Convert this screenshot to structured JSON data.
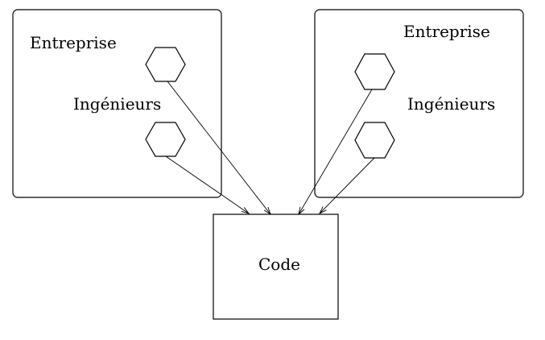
{
  "left_company": {
    "label": "Entreprise",
    "group_label": "Ingénieurs"
  },
  "right_company": {
    "label": "Entreprise",
    "group_label": "Ingénieurs"
  },
  "code_box": {
    "label": "Code"
  }
}
